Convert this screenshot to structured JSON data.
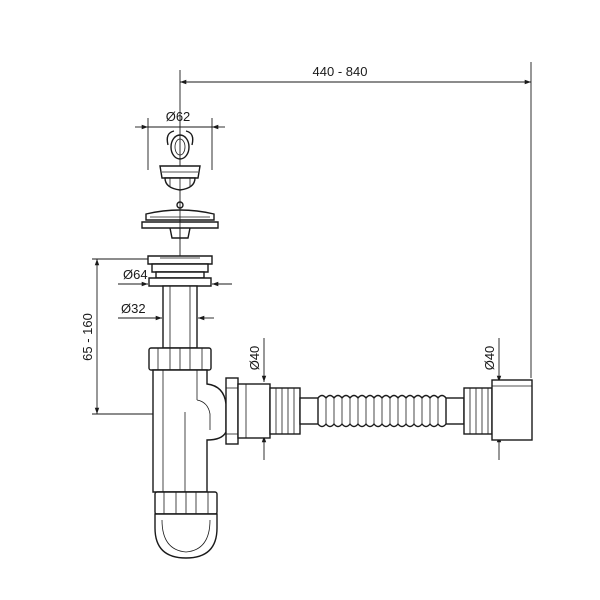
{
  "dimensions": {
    "hose_length": "440 - 840",
    "plug_diameter": "Ø62",
    "flange_diameter": "Ø64",
    "tube_diameter": "Ø32",
    "height_range": "65 - 160",
    "outlet_left_diameter": "Ø40",
    "outlet_right_diameter": "Ø40"
  }
}
